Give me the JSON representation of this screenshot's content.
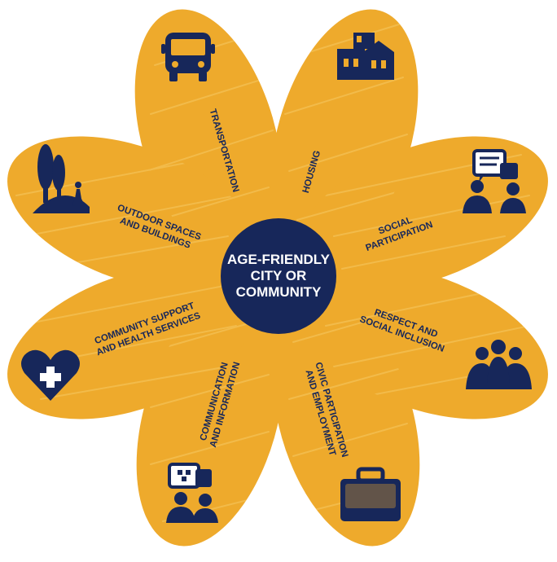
{
  "center": {
    "lines": [
      "AGE-FRIENDLY",
      "CITY OR",
      "COMMUNITY"
    ]
  },
  "petals": [
    {
      "id": "transportation",
      "lines": [
        "TRANSPORTATION"
      ],
      "icon": "bus-icon"
    },
    {
      "id": "housing",
      "lines": [
        "HOUSING"
      ],
      "icon": "houses-icon"
    },
    {
      "id": "social-participation",
      "lines": [
        "SOCIAL",
        "PARTICIPATION"
      ],
      "icon": "conversation-icon"
    },
    {
      "id": "respect-inclusion",
      "lines": [
        "RESPECT AND",
        "SOCIAL INCLUSION"
      ],
      "icon": "group-hug-icon"
    },
    {
      "id": "civic-participation",
      "lines": [
        "CIVIC PARTICIPATION",
        "AND EMPLOYMENT"
      ],
      "icon": "briefcase-icon"
    },
    {
      "id": "communication",
      "lines": [
        "COMMUNICATION",
        "AND INFORMATION"
      ],
      "icon": "chat-people-icon"
    },
    {
      "id": "community-support",
      "lines": [
        "COMMUNITY SUPPORT",
        "AND HEALTH SERVICES"
      ],
      "icon": "heart-plus-icon"
    },
    {
      "id": "outdoor-spaces",
      "lines": [
        "OUTDOOR SPACES",
        "AND BUILDINGS"
      ],
      "icon": "trees-walker-icon"
    }
  ],
  "colors": {
    "petal": "#eeaa2c",
    "petal_streak": "#f6c865",
    "navy": "#17275a",
    "white": "#ffffff"
  }
}
